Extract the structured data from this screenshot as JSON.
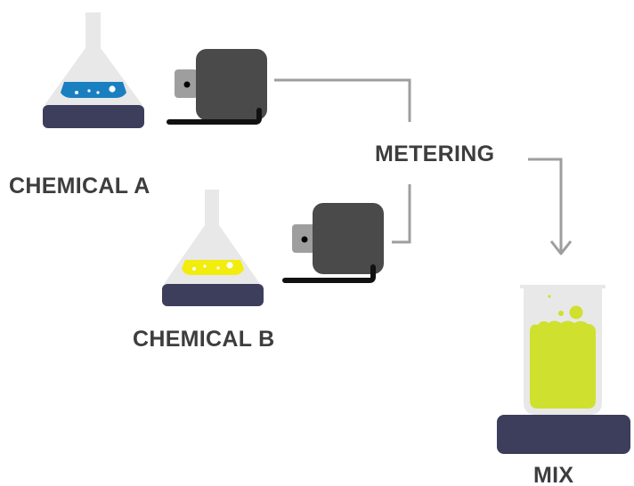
{
  "labels": {
    "chemical_a": "CHEMICAL A",
    "chemical_b": "CHEMICAL B",
    "metering": "METERING",
    "mix": "MIX"
  },
  "colors": {
    "label_text": "#3d3d3d",
    "stand": "#3d3d5c",
    "glass": "#e8e8e8",
    "liquid_a": "#1a7fc1",
    "liquid_b": "#f2ec0f",
    "liquid_mix": "#cfe02e",
    "pump_body": "#4a4a4a",
    "pump_nozzle": "#9e9e9e",
    "connector_line": "#9e9e9e",
    "base_line": "#111111"
  },
  "icons": {
    "flask": "erlenmeyer-flask-icon",
    "pump": "metering-pump-icon",
    "beaker": "beaker-icon",
    "arrow": "arrow-down-icon"
  }
}
